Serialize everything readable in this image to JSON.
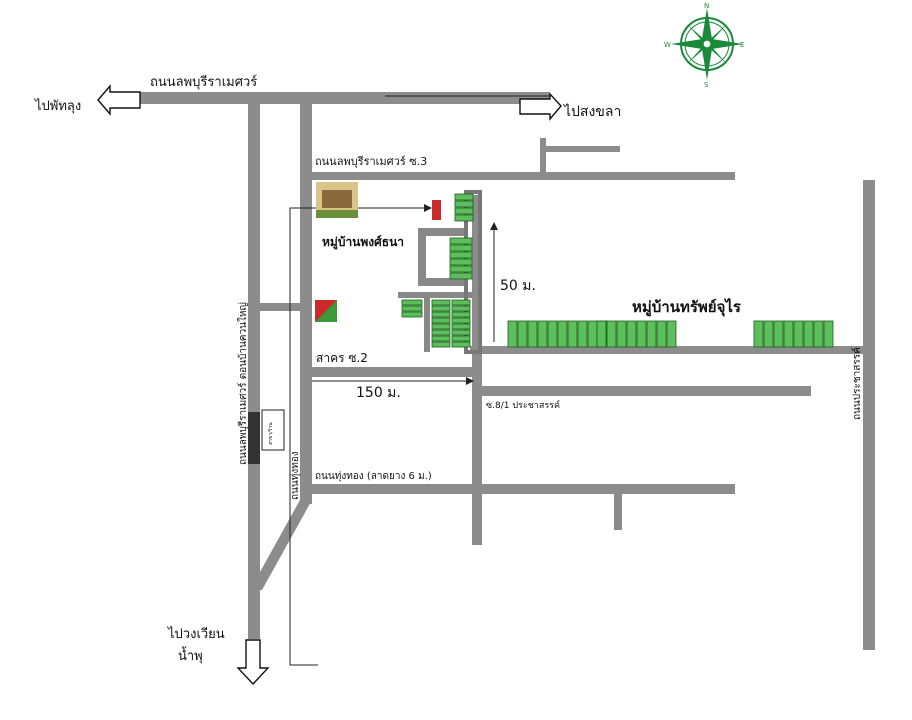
{
  "map": {
    "roads": {
      "main_top": "ถนนลพบุรีราเมศวร์",
      "soi3": "ถนนลพบุรีราเมศวร์ ซ.3",
      "sakon_soi2": "สาคร ซ.2",
      "thung_thong": "ถนนทุ่งทอง (ลาดยาง 6 ม.)",
      "soi_right_bottom": "ซ.8/1 ประชาสรรค์",
      "vertical_left": "ถนนลพบุรีราเมศวร์ ตอนบ้านควนใหญ่",
      "vertical_inner": "ถนนทุ่งทอง",
      "vertical_right": "ถนนประชาสรรค์"
    },
    "directions": {
      "to_phatthalung": "ไปพัทลุง",
      "to_songkhla": "ไปสงขลา",
      "to_wang_wian_line1": "ไปวงเวียน",
      "to_wang_wian_line2": "น้ำพุ"
    },
    "villages": {
      "village_1": "หมู่บ้านพงศ์ธนา",
      "village_2": "หมู่บ้านทรัพย์จุไร"
    },
    "distances": {
      "vertical": "50 ม.",
      "horizontal": "150 ม."
    },
    "building_label": "สาขา/ร้าน",
    "compass": {
      "n": "N",
      "s": "S",
      "e": "E",
      "w": "W",
      "color": "#1a8a3a"
    }
  }
}
